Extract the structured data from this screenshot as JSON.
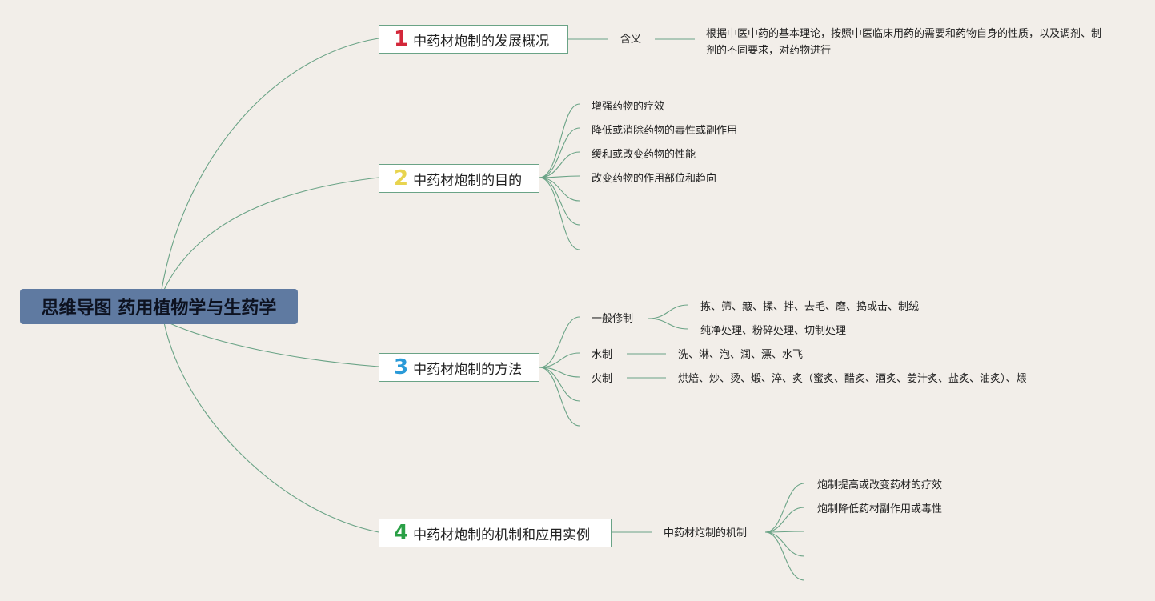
{
  "root": {
    "title": "思维导图 药用植物学与生药学"
  },
  "branches": [
    {
      "number": "1",
      "color": "#d3283a",
      "title": "中药材炮制的发展概况",
      "children": [
        {
          "label": "含义",
          "detail": "根据中医中药的基本理论，按照中医临床用药的需要和药物自身的性质，以及调剂、制剂的不同要求，对药物进行"
        }
      ]
    },
    {
      "number": "2",
      "color": "#e8d44f",
      "title": "中药材炮制的目的",
      "children": [
        {
          "label": "增强药物的疗效"
        },
        {
          "label": "降低或消除药物的毒性或副作用"
        },
        {
          "label": "缓和或改变药物的性能"
        },
        {
          "label": "改变药物的作用部位和趋向"
        }
      ]
    },
    {
      "number": "3",
      "color": "#2a9ad8",
      "title": "中药材炮制的方法",
      "children": [
        {
          "label": "一般修制",
          "children": [
            {
              "label": "拣、筛、簸、揉、拌、去毛、磨、捣或击、制绒"
            },
            {
              "label": "纯净处理、粉碎处理、切制处理"
            }
          ]
        },
        {
          "label": "水制",
          "detail": "洗、淋、泡、润、漂、水飞"
        },
        {
          "label": "火制",
          "detail": "烘焙、炒、烫、煅、淬、炙（蜜炙、醋炙、酒炙、姜汁炙、盐炙、油炙）、煨"
        }
      ]
    },
    {
      "number": "4",
      "color": "#2aa046",
      "title": "中药材炮制的机制和应用实例",
      "children": [
        {
          "label": "中药材炮制的机制",
          "children": [
            {
              "label": "炮制提高或改变药材的疗效"
            },
            {
              "label": "炮制降低药材副作用或毒性"
            }
          ]
        }
      ]
    }
  ]
}
